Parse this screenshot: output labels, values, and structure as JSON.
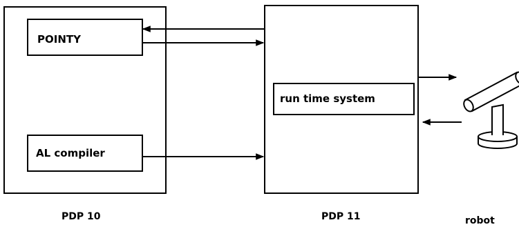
{
  "blocks": {
    "pdp10": {
      "label": "PDP 10"
    },
    "pdp11": {
      "label": "PDP 11"
    },
    "robot": {
      "label": "robot"
    },
    "pointy": {
      "label": "POINTY"
    },
    "al_compiler": {
      "label": "AL compiler"
    },
    "runtime": {
      "label": "run time system"
    }
  }
}
